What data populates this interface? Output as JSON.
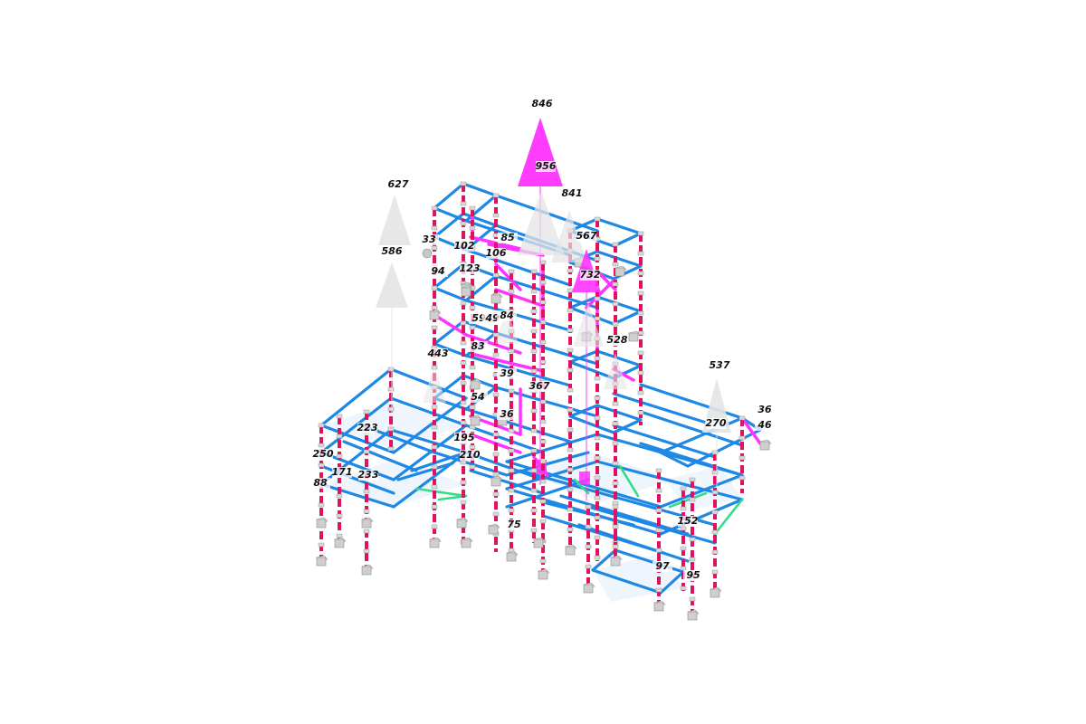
{
  "colors": {
    "beam": "#1e88e5",
    "column": "#e0115f",
    "column_node": "#d8d8d8",
    "highlight": "#ff33ff",
    "brace": "#33dd88",
    "load_arrow": "#e4e4e4",
    "support": "#cfcfcf",
    "background": "#ffffff"
  },
  "load_labels": [
    "846",
    "956",
    "841",
    "627",
    "567",
    "586",
    "33",
    "102",
    "85",
    "106",
    "123",
    "94",
    "732",
    "59",
    "49",
    "84",
    "528",
    "83",
    "443",
    "537",
    "39",
    "367",
    "54",
    "36",
    "36",
    "46",
    "270",
    "223",
    "195",
    "250",
    "210",
    "171",
    "233",
    "88",
    "75",
    "152",
    "97",
    "95"
  ],
  "icons": [
    "load-arrow-icon",
    "support-block-icon",
    "node-sphere-icon"
  ]
}
